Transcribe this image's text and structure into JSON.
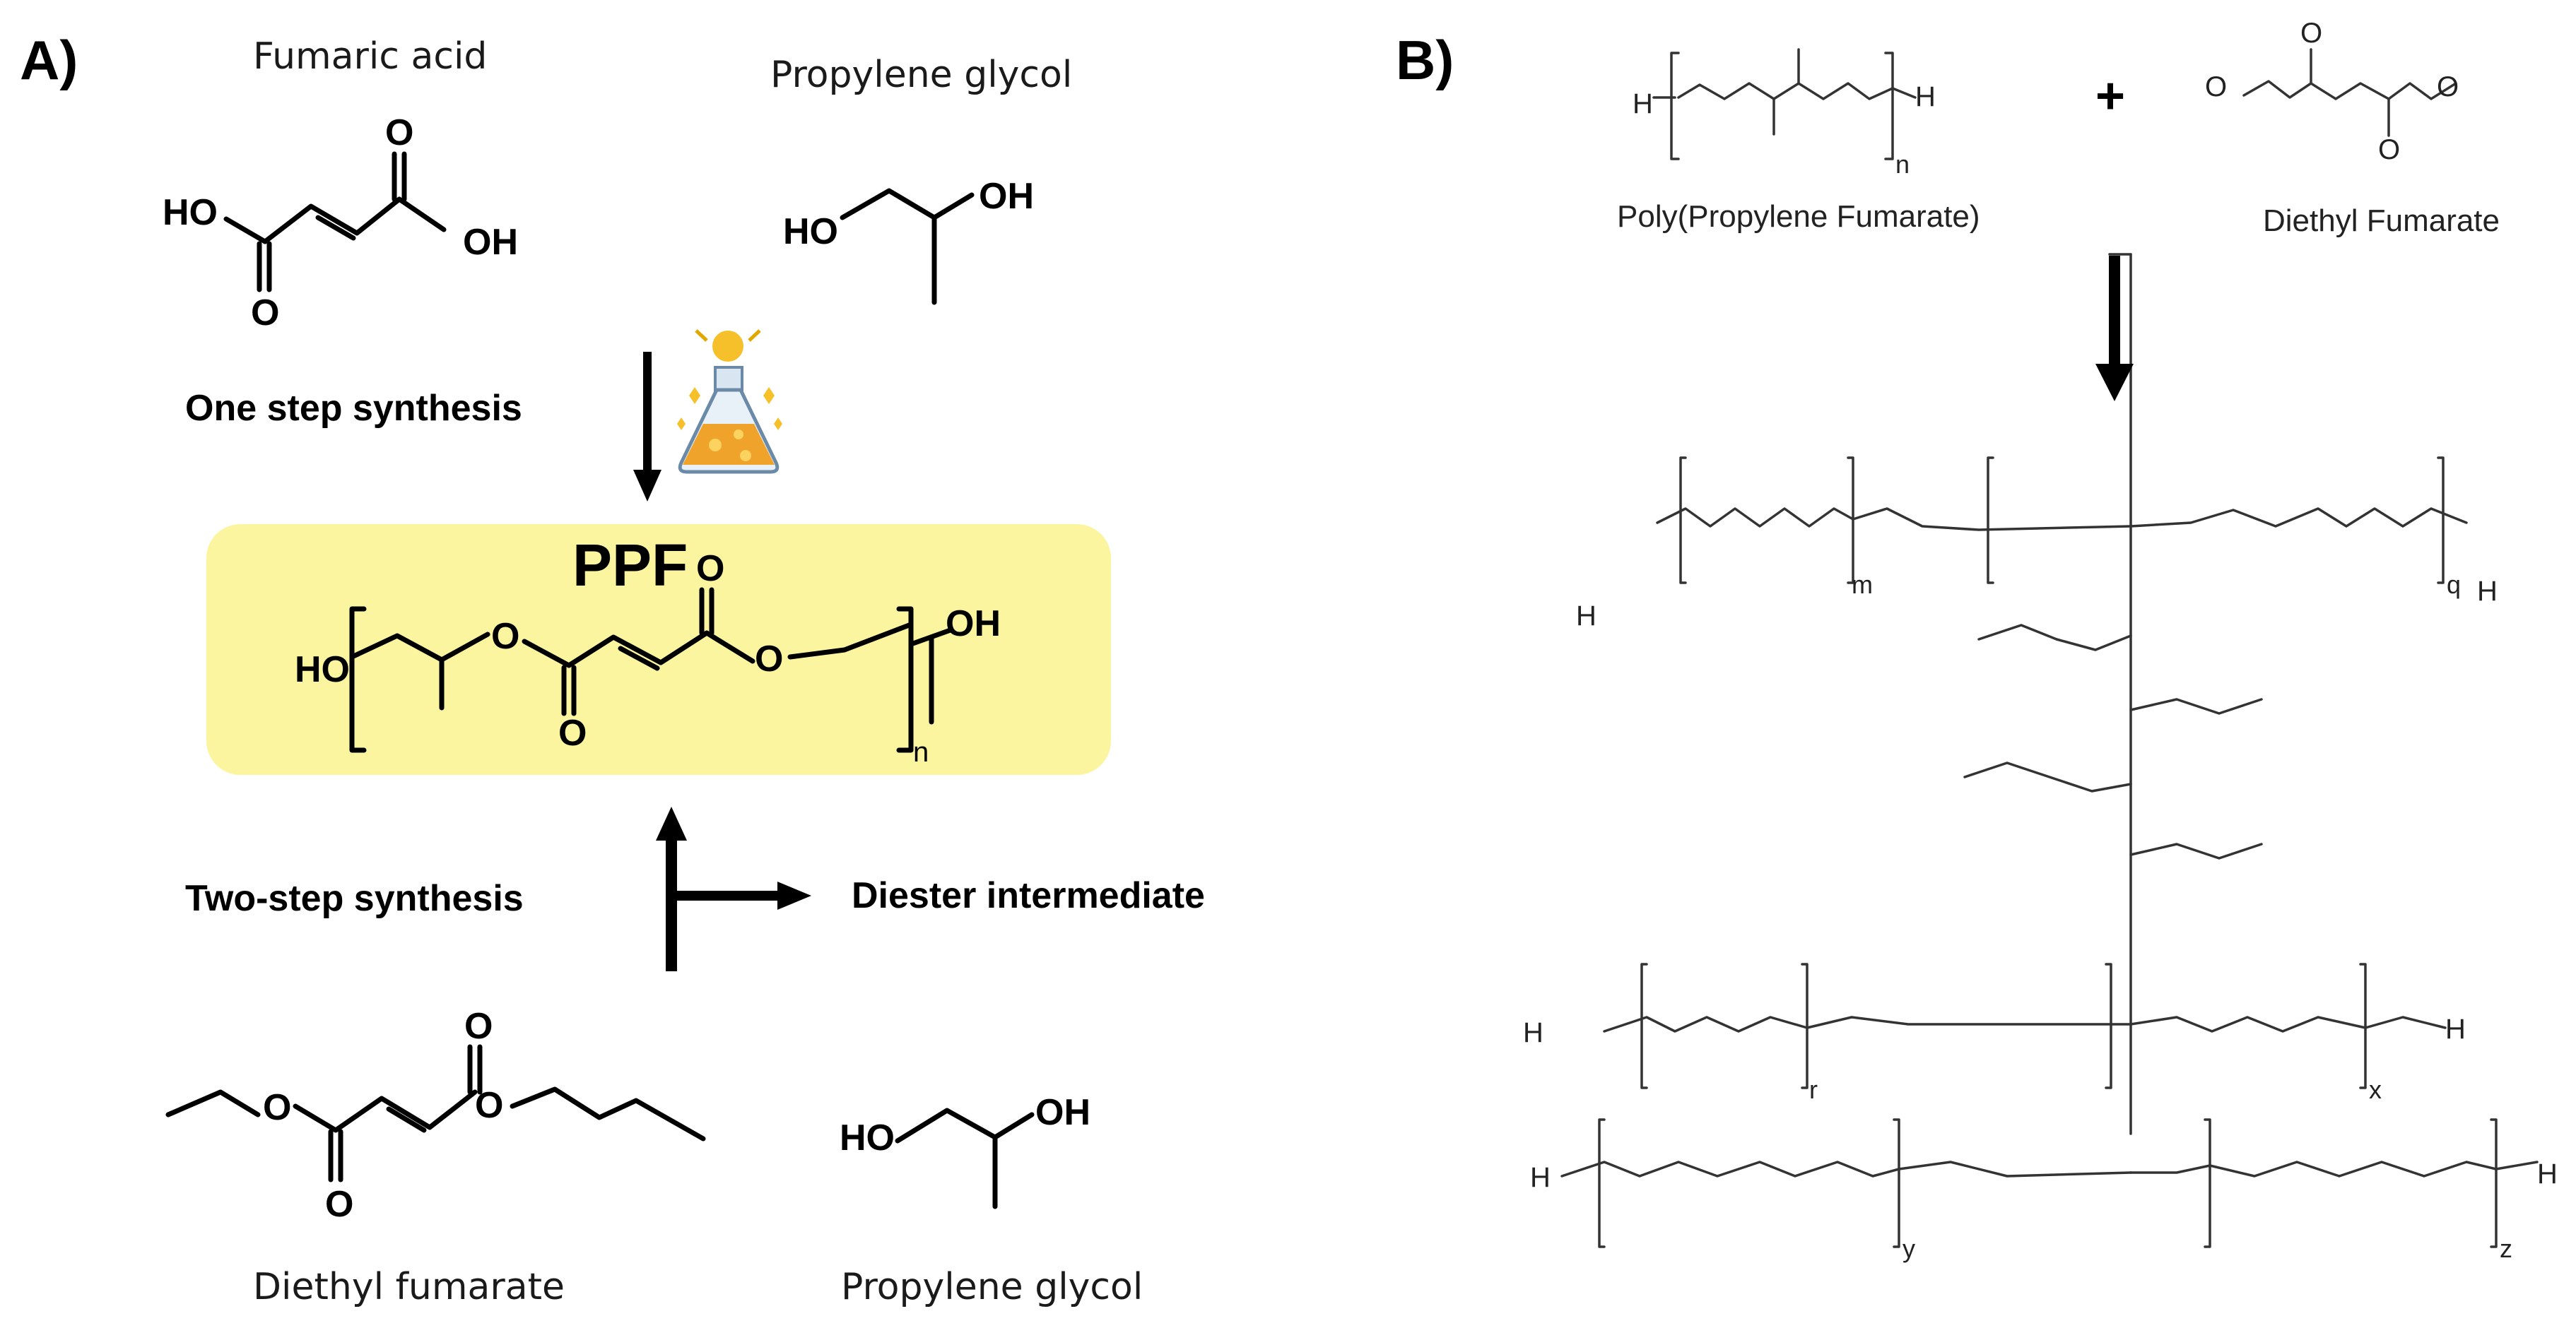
{
  "panel_a": {
    "label": "A)",
    "reactant1_name": "Fumaric acid",
    "reactant2_name": "Propylene glycol",
    "one_step_label": "One step synthesis",
    "product_label": "PPF",
    "two_step_label": "Two-step synthesis",
    "intermediate_label": "Diester intermediate",
    "reactant3_name": "Diethyl fumarate",
    "reactant4_name": "Propylene glycol",
    "atoms": {
      "ho": "HO",
      "oh": "OH",
      "o": "O",
      "n": "n"
    },
    "highlight_color": "#fbf5a0"
  },
  "panel_b": {
    "label": "B)",
    "polymer_name": "Poly(Propylene Fumarate)",
    "plus": "+",
    "monomer_name": "Diethyl Fumarate",
    "atoms": {
      "h": "H",
      "o": "O",
      "n": "n",
      "m": "m",
      "q": "q",
      "r": "r",
      "x": "x",
      "y": "y",
      "z": "z"
    }
  }
}
